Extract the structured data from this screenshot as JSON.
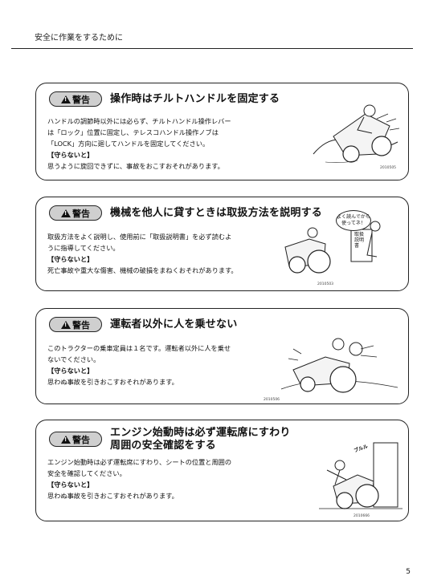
{
  "header": {
    "section_title": "安全に作業をするために"
  },
  "badge_label": "警告",
  "warnings": [
    {
      "title": "操作時はチルトハンドルを固定する",
      "lines": [
        "ハンドルの調節時以外には必らず、チルトハンドル操作レバー",
        "は「ロック」位置に固定し、テレスコハンドル操作ノブは",
        "「LOCK」方向に廻してハンドルを固定してください。"
      ],
      "must_label": "【守らないと】",
      "consequence": "思うように旋回できずに、事故をおこすおそれがあります。",
      "code": "2010505"
    },
    {
      "title": "機械を他人に貸すときは取扱方法を説明する",
      "lines": [
        "取扱方法をよく説明し、使用前に「取扱説明書」を必ず読むよ",
        "うに指導してください。"
      ],
      "must_label": "【守らないと】",
      "consequence": "死亡事故や重大な傷害、機械の破損をまねくおそれがあります。",
      "code": "2010503",
      "bubble": "よく読んでから使ってネ！",
      "sign": "取扱説明書"
    },
    {
      "title": "運転者以外に人を乗せない",
      "lines": [
        "このトラクターの乗車定員は１名です。運転者以外に人を乗せ",
        "ないでください。"
      ],
      "must_label": "【守らないと】",
      "consequence": "思わぬ事故を引きおこすおそれがあります。",
      "code": "2010506"
    },
    {
      "title_lines": [
        "エンジン始動時は必ず運転席にすわり",
        "周囲の安全確認をする"
      ],
      "lines": [
        "エンジン始動時は必ず運転席にすわり、シートの位置と周囲の",
        "安全を確認してください。"
      ],
      "must_label": "【守らないと】",
      "consequence": "思わぬ事故を引きおこすおそれがあります。",
      "code": "2010666",
      "sound": "ブルル"
    }
  ],
  "page_number": "5"
}
